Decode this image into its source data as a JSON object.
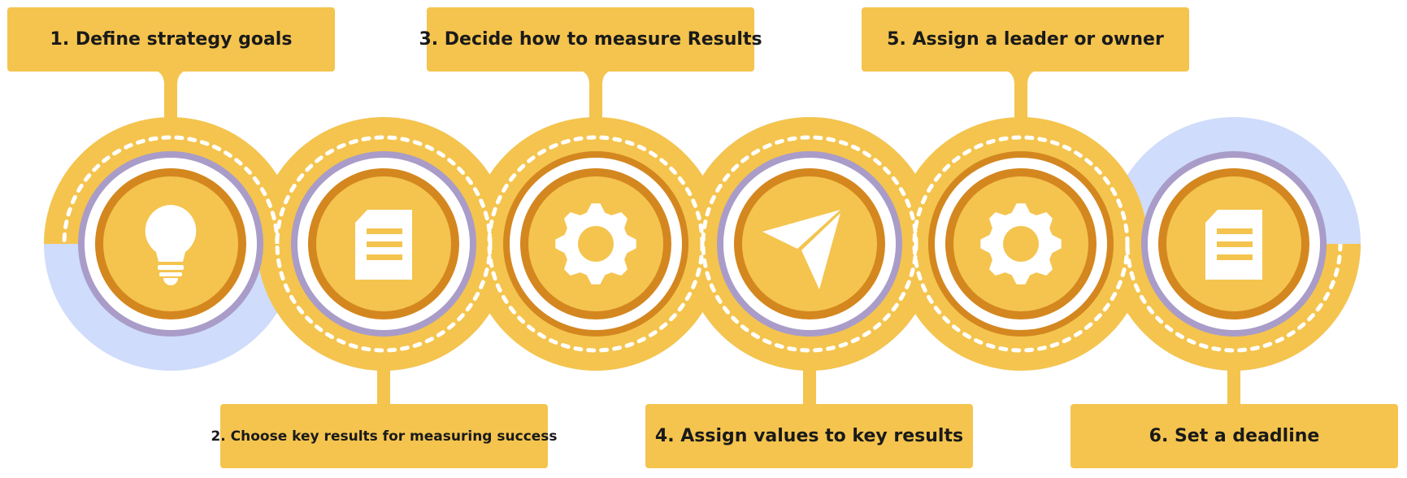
{
  "colors": {
    "accent": "#f4c44e",
    "ring_dark": "#d4871f",
    "blue_fill": "#cfdcfb",
    "purple_ring": "#a99cc8",
    "white": "#ffffff",
    "text": "#1a1a1a"
  },
  "steps": [
    {
      "label": "1. Define strategy goals",
      "icon": "lightbulb-icon"
    },
    {
      "label": "2. Choose key results for measuring success",
      "icon": "document-icon"
    },
    {
      "label": "3. Decide how to measure Results",
      "icon": "gear-icon"
    },
    {
      "label": "4. Assign values to key results",
      "icon": "paper-plane-icon"
    },
    {
      "label": "5. Assign a leader or owner",
      "icon": "gear-icon"
    },
    {
      "label": "6. Set a deadline",
      "icon": "document-icon"
    }
  ]
}
